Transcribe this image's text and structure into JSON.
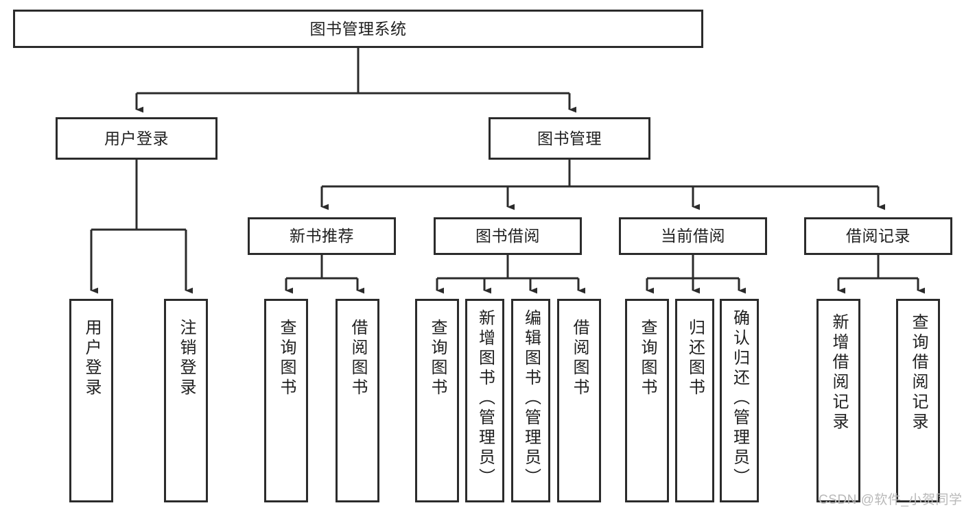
{
  "diagram": {
    "type": "hierarchy-tree",
    "title": "图书管理系统",
    "orientation": "top-down",
    "colors": {
      "box_border": "#2b2b2b",
      "box_fill": "#ffffff",
      "connector": "#2b2b2b",
      "text": "#1f1f1f",
      "watermark": "#b9b9b9",
      "background": "#ffffff"
    },
    "root": {
      "label": "图书管理系统"
    },
    "level2": [
      {
        "label": "用户登录"
      },
      {
        "label": "图书管理"
      }
    ],
    "level3": [
      {
        "label": "新书推荐"
      },
      {
        "label": "图书借阅"
      },
      {
        "label": "当前借阅"
      },
      {
        "label": "借阅记录"
      }
    ],
    "leaves": {
      "user_login": [
        {
          "label": "用户登录"
        },
        {
          "label": "注销登录"
        }
      ],
      "new_book_recommend": [
        {
          "label": "查询图书"
        },
        {
          "label": "借阅图书"
        }
      ],
      "book_borrow": [
        {
          "label": "查询图书"
        },
        {
          "label": "新增图书（管理员）"
        },
        {
          "label": "编辑图书（管理员）"
        },
        {
          "label": "借阅图书"
        }
      ],
      "current_borrow": [
        {
          "label": "查询图书"
        },
        {
          "label": "归还图书"
        },
        {
          "label": "确认归还（管理员）"
        }
      ],
      "borrow_record": [
        {
          "label": "新增借阅记录"
        },
        {
          "label": "查询借阅记录"
        }
      ]
    }
  },
  "watermark": {
    "text": "CSDN @软件_小贺同学"
  }
}
